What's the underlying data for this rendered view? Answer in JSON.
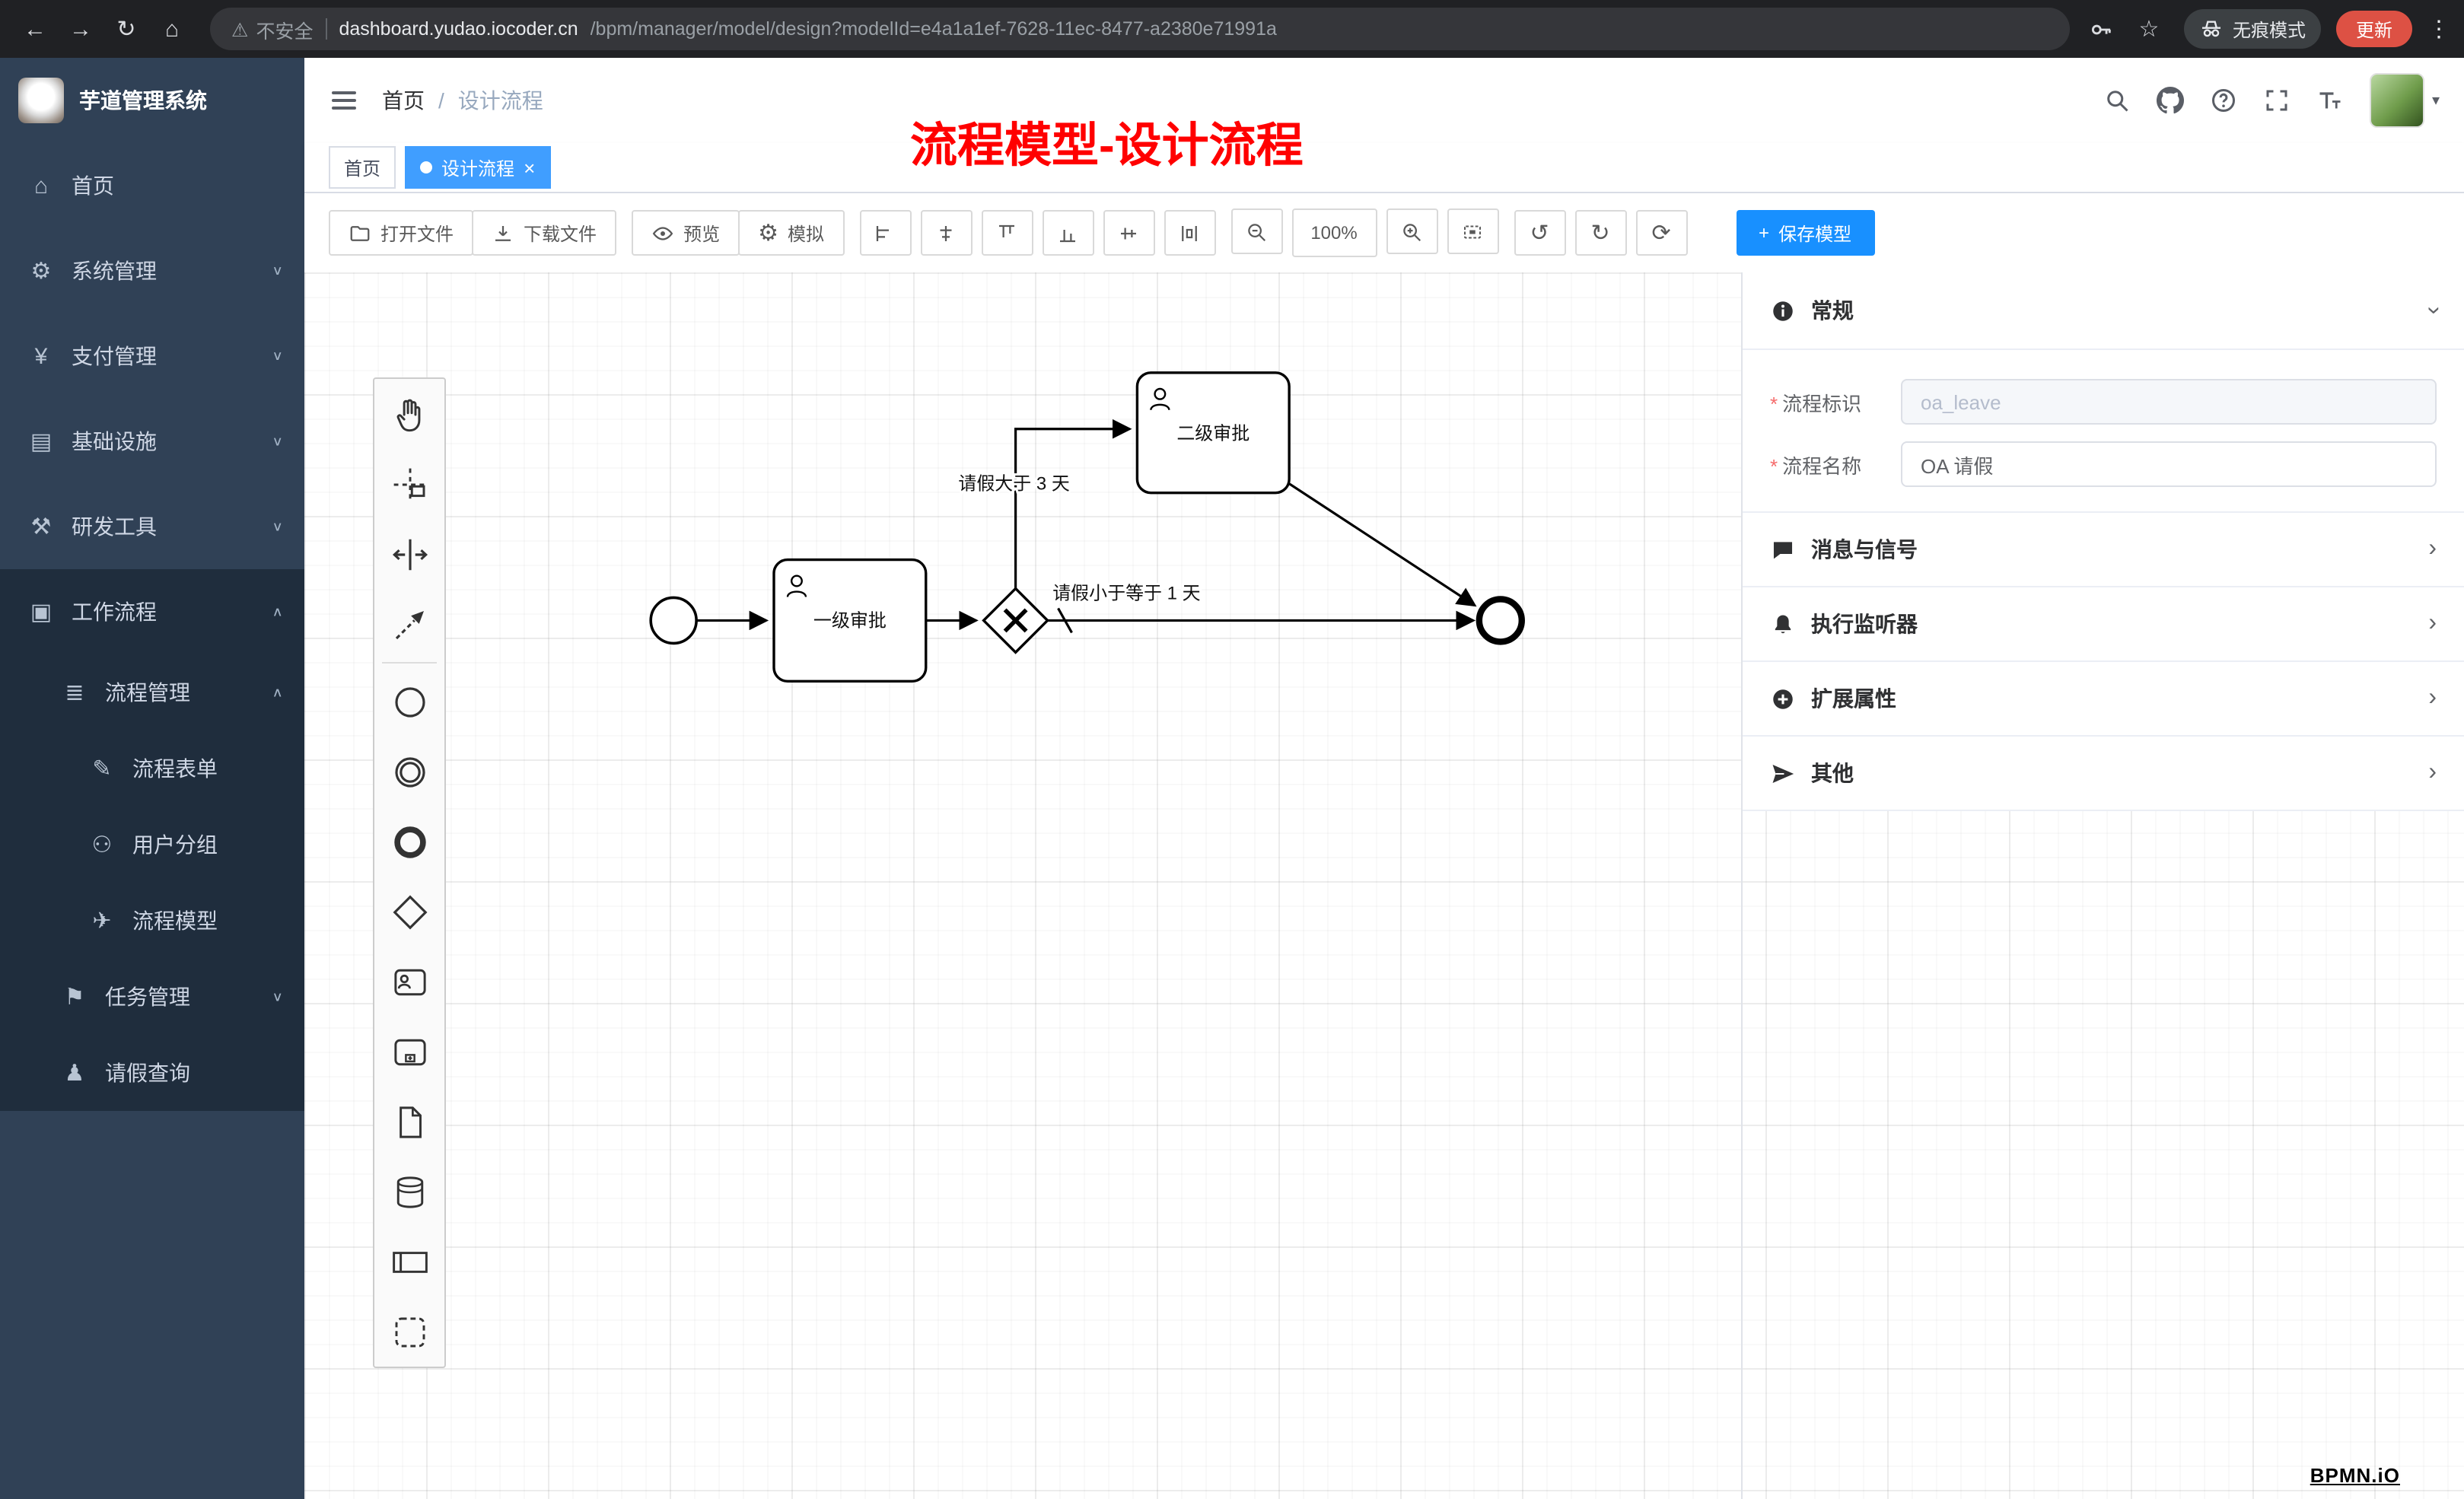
{
  "colors": {
    "accent_blue": "#1890ff",
    "tab_active_blue": "#409eff",
    "sidebar_bg": "#304156",
    "sidebar_submenu_bg": "#1f2d3d",
    "annotation_red": "#ff0000",
    "update_button_red": "#dd5144"
  },
  "browser": {
    "security_label": "不安全",
    "url_host": "dashboard.yudao.iocoder.cn",
    "url_path": "/bpm/manager/model/design?modelId=e4a1a1ef-7628-11ec-8477-a2380e71991a",
    "incognito_label": "无痕模式",
    "update_label": "更新"
  },
  "icons": {
    "back": "←",
    "forward": "→",
    "reload": "↻",
    "home_nav": "⌂",
    "warning": "⚠",
    "star": "☆",
    "menu_dots": "⋮",
    "home": "⌂",
    "gear": "⚙",
    "yen": "¥",
    "infra": "▤",
    "tools": "⚒",
    "workflow": "▣",
    "list": "≣",
    "form": "✎",
    "users": "⚇",
    "send": "✈",
    "tasks": "⚑",
    "person": "♟",
    "caret_down": "∨",
    "caret_up": "∧",
    "chevron_right": "›",
    "undo": "↺",
    "redo": "↻",
    "refresh": "⟳",
    "close": "×",
    "dropdown": "▾",
    "plus": "+"
  },
  "sidebar": {
    "app_title": "芋道管理系统",
    "items": [
      {
        "label": "首页"
      },
      {
        "label": "系统管理"
      },
      {
        "label": "支付管理"
      },
      {
        "label": "基础设施"
      },
      {
        "label": "研发工具"
      },
      {
        "label": "工作流程"
      },
      {
        "label": "流程管理"
      },
      {
        "label": "流程表单"
      },
      {
        "label": "用户分组"
      },
      {
        "label": "流程模型"
      },
      {
        "label": "任务管理"
      },
      {
        "label": "请假查询"
      }
    ]
  },
  "header": {
    "breadcrumb_home": "首页",
    "breadcrumb_sep": "/",
    "breadcrumb_current": "设计流程"
  },
  "annotation_text": "流程模型-设计流程",
  "tabs": {
    "home": "首页",
    "active": "设计流程"
  },
  "toolbar": {
    "open_file": "打开文件",
    "download_file": "下载文件",
    "preview": "预览",
    "simulate": "模拟",
    "zoom_level": "100%",
    "save_model": "保存模型"
  },
  "diagram": {
    "tasks": [
      {
        "label": "一级审批"
      },
      {
        "label": "二级审批"
      }
    ],
    "flow_labels": [
      "请假大于 3 天",
      "请假小于等于 1 天"
    ]
  },
  "panel": {
    "section_general": "常规",
    "field_process_key_label": "流程标识",
    "field_process_key_value": "oa_leave",
    "field_process_name_label": "流程名称",
    "field_process_name_value": "OA 请假",
    "section_message": "消息与信号",
    "section_listener": "执行监听器",
    "section_extension": "扩展属性",
    "section_other": "其他"
  },
  "watermark": "BPMN.iO"
}
